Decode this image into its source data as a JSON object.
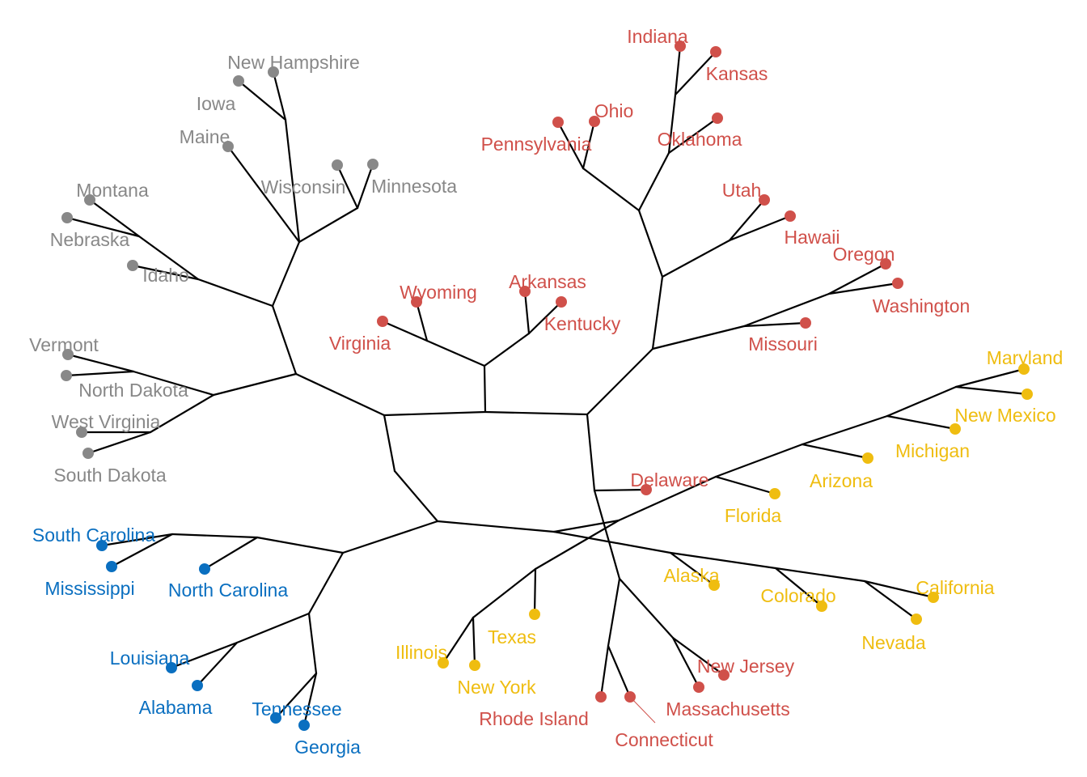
{
  "colors": {
    "gray": "#888888",
    "red": "#d0504a",
    "blue": "#0a6fc0",
    "yellow": "#efbd10",
    "edge": "#000000"
  },
  "leaves": [
    {
      "id": "new-hampshire",
      "label": "New Hampshire",
      "group": "gray"
    },
    {
      "id": "iowa",
      "label": "Iowa",
      "group": "gray"
    },
    {
      "id": "maine",
      "label": "Maine",
      "group": "gray"
    },
    {
      "id": "wisconsin",
      "label": "Wisconsin",
      "group": "gray"
    },
    {
      "id": "minnesota",
      "label": "Minnesota",
      "group": "gray"
    },
    {
      "id": "montana",
      "label": "Montana",
      "group": "gray"
    },
    {
      "id": "nebraska",
      "label": "Nebraska",
      "group": "gray"
    },
    {
      "id": "idaho",
      "label": "Idaho",
      "group": "gray"
    },
    {
      "id": "vermont",
      "label": "Vermont",
      "group": "gray"
    },
    {
      "id": "north-dakota",
      "label": "North Dakota",
      "group": "gray"
    },
    {
      "id": "west-virginia",
      "label": "West Virginia",
      "group": "gray"
    },
    {
      "id": "south-dakota",
      "label": "South Dakota",
      "group": "gray"
    },
    {
      "id": "indiana",
      "label": "Indiana",
      "group": "red"
    },
    {
      "id": "kansas",
      "label": "Kansas",
      "group": "red"
    },
    {
      "id": "ohio",
      "label": "Ohio",
      "group": "red"
    },
    {
      "id": "pennsylvania",
      "label": "Pennsylvania",
      "group": "red"
    },
    {
      "id": "oklahoma",
      "label": "Oklahoma",
      "group": "red"
    },
    {
      "id": "utah",
      "label": "Utah",
      "group": "red"
    },
    {
      "id": "hawaii",
      "label": "Hawaii",
      "group": "red"
    },
    {
      "id": "oregon",
      "label": "Oregon",
      "group": "red"
    },
    {
      "id": "washington",
      "label": "Washington",
      "group": "red"
    },
    {
      "id": "missouri",
      "label": "Missouri",
      "group": "red"
    },
    {
      "id": "arkansas",
      "label": "Arkansas",
      "group": "red"
    },
    {
      "id": "kentucky",
      "label": "Kentucky",
      "group": "red"
    },
    {
      "id": "wyoming",
      "label": "Wyoming",
      "group": "red"
    },
    {
      "id": "virginia",
      "label": "Virginia",
      "group": "red"
    },
    {
      "id": "delaware",
      "label": "Delaware",
      "group": "red"
    },
    {
      "id": "new-jersey",
      "label": "New Jersey",
      "group": "red"
    },
    {
      "id": "massachusetts",
      "label": "Massachusetts",
      "group": "red"
    },
    {
      "id": "rhode-island",
      "label": "Rhode Island",
      "group": "red"
    },
    {
      "id": "connecticut",
      "label": "Connecticut",
      "group": "red"
    },
    {
      "id": "maryland",
      "label": "Maryland",
      "group": "yellow"
    },
    {
      "id": "new-mexico",
      "label": "New Mexico",
      "group": "yellow"
    },
    {
      "id": "michigan",
      "label": "Michigan",
      "group": "yellow"
    },
    {
      "id": "arizona",
      "label": "Arizona",
      "group": "yellow"
    },
    {
      "id": "florida",
      "label": "Florida",
      "group": "yellow"
    },
    {
      "id": "alaska",
      "label": "Alaska",
      "group": "yellow"
    },
    {
      "id": "colorado",
      "label": "Colorado",
      "group": "yellow"
    },
    {
      "id": "california",
      "label": "California",
      "group": "yellow"
    },
    {
      "id": "nevada",
      "label": "Nevada",
      "group": "yellow"
    },
    {
      "id": "texas",
      "label": "Texas",
      "group": "yellow"
    },
    {
      "id": "illinois",
      "label": "Illinois",
      "group": "yellow"
    },
    {
      "id": "new-york",
      "label": "New York",
      "group": "yellow"
    },
    {
      "id": "south-carolina",
      "label": "South Carolina",
      "group": "blue"
    },
    {
      "id": "mississippi",
      "label": "Mississippi",
      "group": "blue"
    },
    {
      "id": "north-carolina",
      "label": "North Carolina",
      "group": "blue"
    },
    {
      "id": "louisiana",
      "label": "Louisiana",
      "group": "blue"
    },
    {
      "id": "alabama",
      "label": "Alabama",
      "group": "blue"
    },
    {
      "id": "tennessee",
      "label": "Tennessee",
      "group": "blue"
    },
    {
      "id": "georgia",
      "label": "Georgia",
      "group": "blue"
    }
  ]
}
